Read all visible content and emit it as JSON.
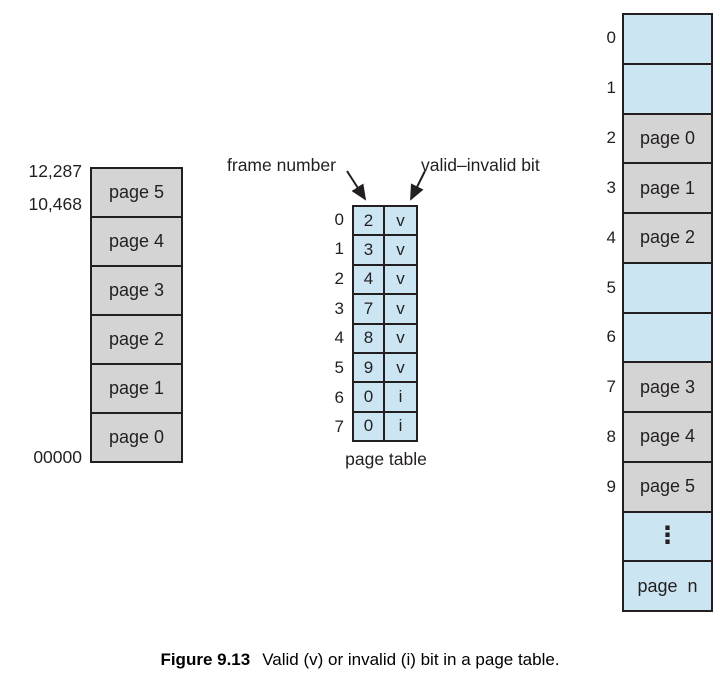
{
  "colors": {
    "page_gray": "#d4d4d4",
    "cell_blue": "#cbe6f2",
    "line": "#231f20",
    "text": "#231f20"
  },
  "figure": {
    "caption_label": "Figure 9.13",
    "caption_text": "Valid (v) or invalid (i) bit in a page table."
  },
  "logical_memory": {
    "address_top": "12,287",
    "address_mid": "10,468",
    "address_bottom": "00000",
    "pages": [
      "page 5",
      "page 4",
      "page 3",
      "page 2",
      "page 1",
      "page 0"
    ]
  },
  "page_table": {
    "label": "page table",
    "frame_number_label": "frame number",
    "valid_invalid_label": "valid–invalid bit",
    "rows": [
      {
        "index": "0",
        "frame": "2",
        "bit": "v"
      },
      {
        "index": "1",
        "frame": "3",
        "bit": "v"
      },
      {
        "index": "2",
        "frame": "4",
        "bit": "v"
      },
      {
        "index": "3",
        "frame": "7",
        "bit": "v"
      },
      {
        "index": "4",
        "frame": "8",
        "bit": "v"
      },
      {
        "index": "5",
        "frame": "9",
        "bit": "v"
      },
      {
        "index": "6",
        "frame": "0",
        "bit": "i"
      },
      {
        "index": "7",
        "frame": "0",
        "bit": "i"
      }
    ]
  },
  "physical_memory": {
    "frames": [
      {
        "index": "0",
        "content": "",
        "state": "free"
      },
      {
        "index": "1",
        "content": "",
        "state": "free"
      },
      {
        "index": "2",
        "content": "page 0",
        "state": "used"
      },
      {
        "index": "3",
        "content": "page 1",
        "state": "used"
      },
      {
        "index": "4",
        "content": "page 2",
        "state": "used"
      },
      {
        "index": "5",
        "content": "",
        "state": "free"
      },
      {
        "index": "6",
        "content": "",
        "state": "free"
      },
      {
        "index": "7",
        "content": "page 3",
        "state": "used"
      },
      {
        "index": "8",
        "content": "page 4",
        "state": "used"
      },
      {
        "index": "9",
        "content": "page 5",
        "state": "used"
      },
      {
        "index": "",
        "content": "⋮",
        "state": "ellipsis"
      },
      {
        "index": "",
        "content": "page  n",
        "state": "free"
      }
    ]
  }
}
